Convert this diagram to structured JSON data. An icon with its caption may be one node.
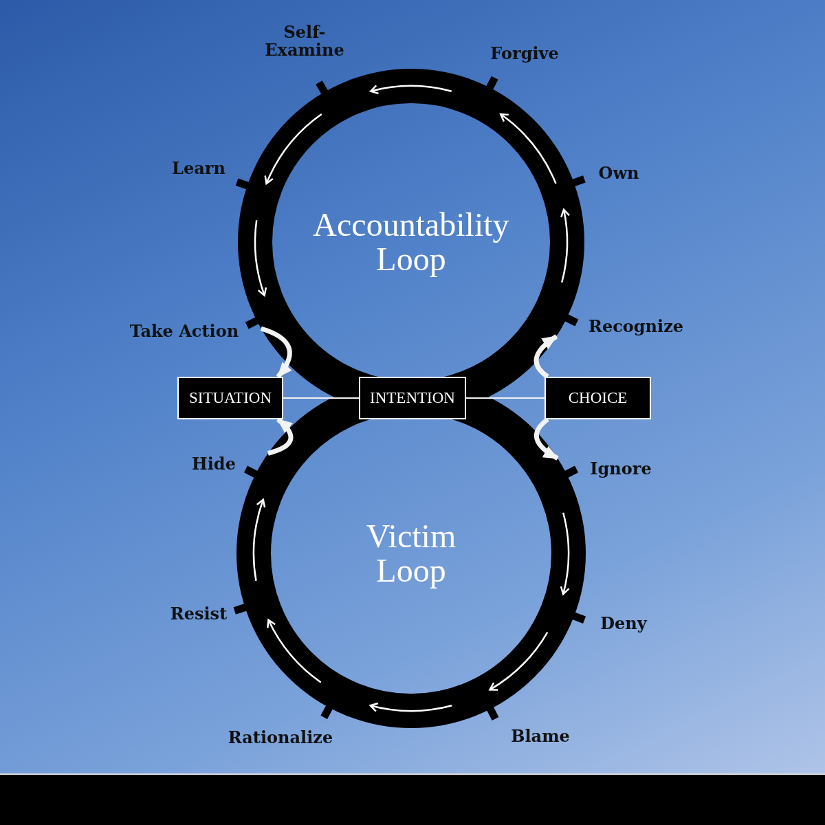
{
  "diagram": {
    "nodes": [
      {
        "text": [
          "Accountability Loop"
        ],
        "beside": [
          "Self-Examine",
          "Forgive",
          "Learn",
          "Own",
          "Take Action",
          "Recognize"
        ]
      },
      {
        "text": [
          "SITUATION"
        ]
      },
      {
        "text": [
          "INTENTION"
        ]
      },
      {
        "text": [
          "CHOICE"
        ]
      },
      {
        "text": [
          "Victim Loop"
        ],
        "beside": [
          "Hide",
          "Ignore",
          "Resist",
          "Deny",
          "Rationalize",
          "Blame"
        ]
      }
    ],
    "edges": [
      {
        "from": 0,
        "to": 1,
        "arrow": "to"
      },
      {
        "from": 4,
        "to": 1,
        "arrow": "to"
      },
      {
        "from": 3,
        "to": 0,
        "arrow": "to"
      },
      {
        "from": 3,
        "to": 4,
        "arrow": "to"
      },
      {
        "from": 1,
        "to": 2,
        "arrow": "none"
      },
      {
        "from": 2,
        "to": 3,
        "arrow": "none"
      }
    ]
  }
}
